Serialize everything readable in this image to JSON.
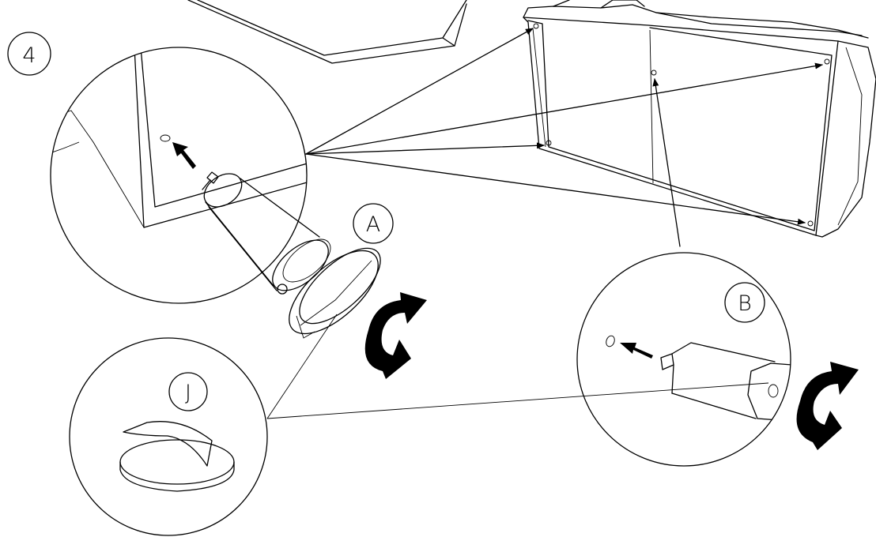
{
  "step": {
    "number": "4"
  },
  "labels": {
    "a": "A",
    "b": "B",
    "j": "J"
  },
  "colors": {
    "stroke": "#000000",
    "background": "#ffffff"
  },
  "icons": [
    "rotate-clockwise-arrow-icon",
    "insert-direction-arrow-icon"
  ]
}
